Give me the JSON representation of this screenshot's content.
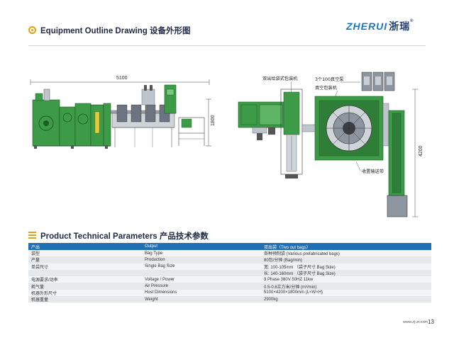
{
  "header": {
    "title": "Equipment Outline Drawing 设备外形图",
    "logo_en": "ZHERUI",
    "logo_cn": "浙瑞",
    "logo_reg": "®"
  },
  "drawings": {
    "left": {
      "width_dim": "5100",
      "height_dim": "1800"
    },
    "right": {
      "height_dim": "4200",
      "callouts": [
        "双出给袋式包装机",
        "3个100真空泵",
        "真空包装机",
        "收置输送带"
      ]
    }
  },
  "section2": {
    "title": "Product Technical Parameters 产品技术参数"
  },
  "table": {
    "header": [
      "产出",
      "Output",
      "双出袋（Two out bags）"
    ],
    "rows": [
      [
        "袋型",
        "Bag Type",
        "各种预制袋 (Various prefabricated bags)"
      ],
      [
        "产量",
        "Production",
        "80包/分钟 (Bag/min)"
      ],
      [
        "单袋尺寸",
        "Single Bag Size",
        "宽: 100-105mm （袋子尺寸 Bag Size)"
      ],
      [
        "",
        "",
        "长: 140-160mm （袋子尺寸 Bag Size)"
      ],
      [
        "电源要求/功率",
        "Voltage / Power",
        "3 Phase  380V 50HZ   11kw"
      ],
      [
        "耗气量",
        "Air Pressure",
        "0.5-0.6立方米/分钟 (m³/min)"
      ],
      [
        "机器外形尺寸",
        "Host Dimensions",
        "5100×4200×1800mm (L×W×H)"
      ],
      [
        "机器重量",
        "Weight",
        "2900kg"
      ]
    ]
  },
  "footer": {
    "url": "www.zj-zr.com",
    "page": "13"
  },
  "colors": {
    "accent": "#e0a21a",
    "table_header": "#1f6fb5",
    "machine_green": "#3d9a46",
    "machine_dark": "#1d5a26",
    "logo_blue": "#1c78c0"
  }
}
